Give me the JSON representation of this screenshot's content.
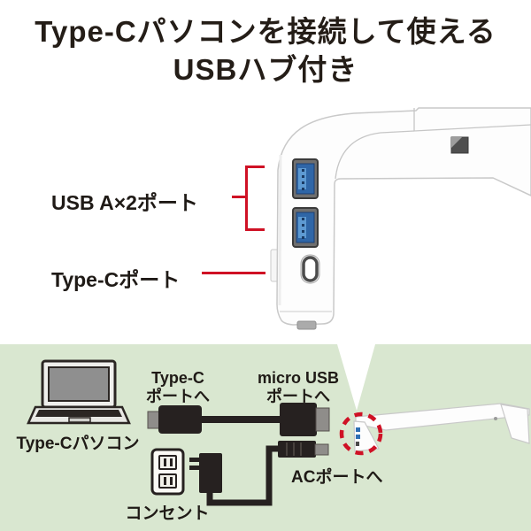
{
  "title": {
    "line1": "Type-Cパソコンを接続して使える",
    "line2": "USBハブ付き"
  },
  "callouts": {
    "usb_a": "USB A×2ポート",
    "type_c": "Type-Cポート"
  },
  "panel": {
    "laptop_label": "Type-Cパソコン",
    "type_c_cable": {
      "line1": "Type-C",
      "line2": "ポートへ"
    },
    "micro_usb_cable": {
      "line1": "micro USB",
      "line2": "ポートへ"
    },
    "outlet_label": "コンセント",
    "ac_port_label": "ACポートへ"
  },
  "colors": {
    "accent_red": "#cf1125",
    "panel_green": "#d9e7d0",
    "usb_port_blue": "#2f66a7",
    "cable_black": "#262120",
    "text_black": "#241d17"
  },
  "icons": {
    "laptop": "laptop-icon",
    "usb_cable": "usb-cable-icon",
    "wall_outlet": "wall-outlet-icon",
    "ac_adapter": "ac-adapter-icon",
    "dc_plug": "dc-plug-icon",
    "monitor_stand": "monitor-stand-icon",
    "usb_a_port": "usb-a-port-icon",
    "usb_c_port": "usb-c-port-icon",
    "highlight_circle": "highlight-circle-icon"
  }
}
